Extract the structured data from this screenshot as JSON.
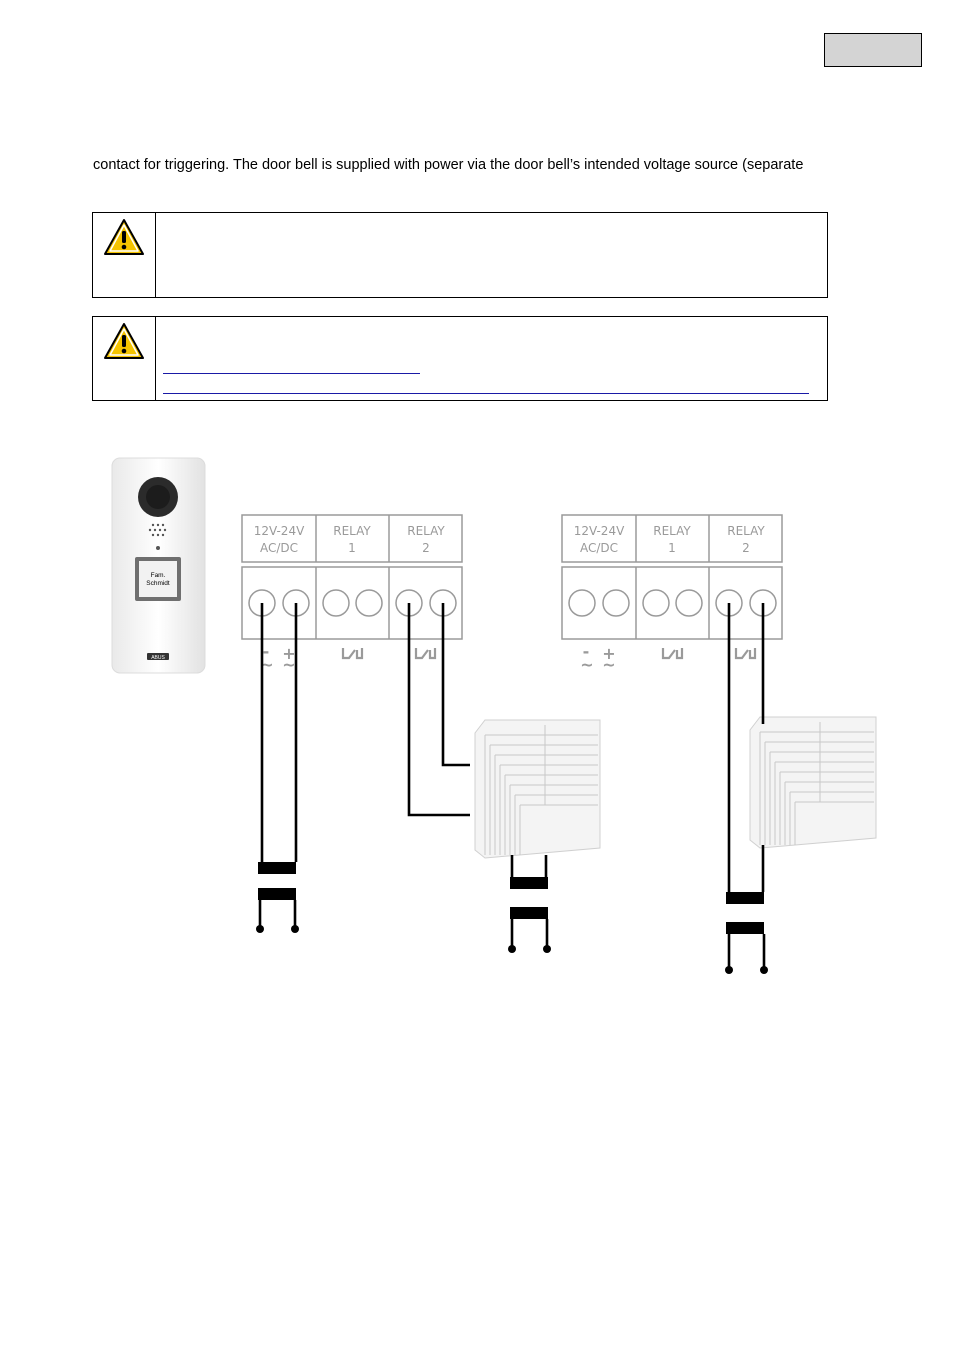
{
  "header": {
    "language_box_label": ""
  },
  "intro": {
    "text": "contact for triggering. The door bell is supplied with power via the door bell’s intended voltage source (separate"
  },
  "warnings": [
    {
      "icon": "warning-triangle-icon",
      "text": ""
    },
    {
      "icon": "warning-triangle-icon",
      "text": "",
      "links": [
        "",
        ""
      ]
    }
  ],
  "colors": {
    "warning_yellow": "#f5c400",
    "link_blue": "#1a1aa6",
    "terminal_gray": "#9a9a9a"
  },
  "diagram": {
    "door_station": {
      "name_plate_line1": "Fam.",
      "name_plate_line2": "Schmidt",
      "brand": "ABUS"
    },
    "terminal_blocks": [
      {
        "headers": [
          {
            "line1": "12V-24V",
            "line2": "AC/DC"
          },
          {
            "line1": "RELAY",
            "line2": "1"
          },
          {
            "line1": "RELAY",
            "line2": "2"
          }
        ],
        "polarity_minus": "-",
        "polarity_plus": "+",
        "ac_symbol": "~",
        "relay_symbol": "└┐┘"
      },
      {
        "headers": [
          {
            "line1": "12V-24V",
            "line2": "AC/DC"
          },
          {
            "line1": "RELAY",
            "line2": "1"
          },
          {
            "line1": "RELAY",
            "line2": "2"
          }
        ],
        "polarity_minus": "-",
        "polarity_plus": "+",
        "ac_symbol": "~",
        "relay_symbol": "└┐┘"
      }
    ]
  }
}
